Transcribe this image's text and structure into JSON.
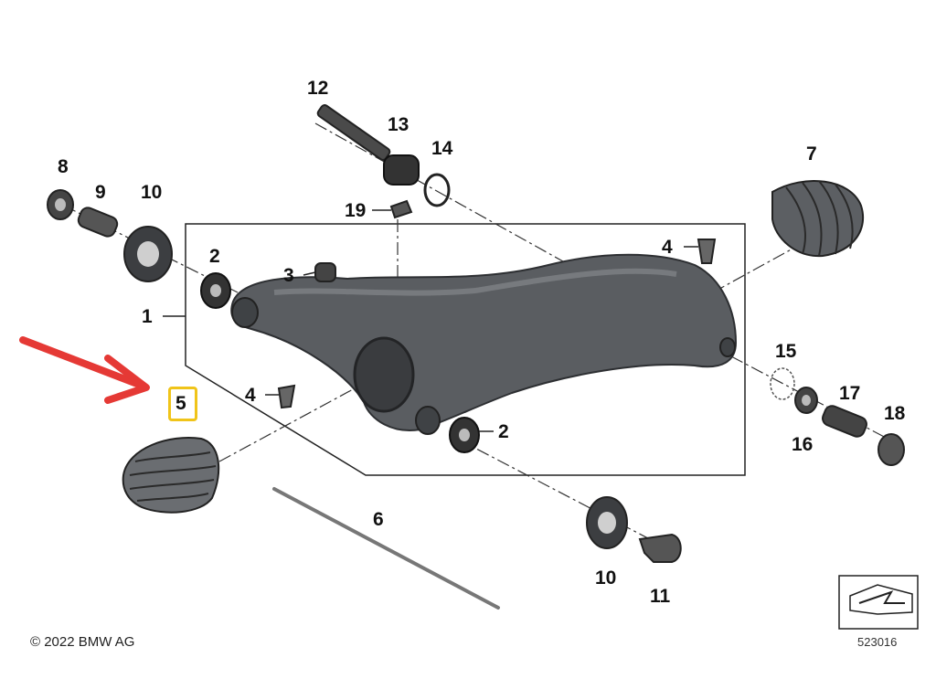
{
  "callouts": [
    "1",
    "2",
    "2",
    "3",
    "4",
    "4",
    "5",
    "6",
    "7",
    "8",
    "9",
    "10",
    "10",
    "11",
    "12",
    "13",
    "14",
    "15",
    "16",
    "17",
    "18",
    "19"
  ],
  "copyright": "© 2022 BMW AG",
  "figure_number": "523016",
  "highlight": {
    "callout": "5",
    "color": "#f0c419"
  },
  "pointer_arrow": {
    "color": "#e53935",
    "target": "5"
  }
}
